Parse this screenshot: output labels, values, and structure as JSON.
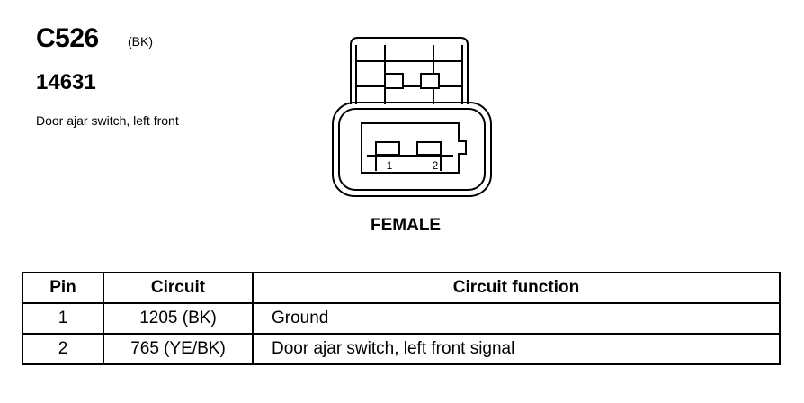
{
  "connector": {
    "id": "C526",
    "color_code": "(BK)",
    "part_number": "14631",
    "description": "Door ajar switch, left front",
    "view": "FEMALE",
    "pin_labels": [
      "1",
      "2"
    ]
  },
  "table": {
    "headers": [
      "Pin",
      "Circuit",
      "Circuit function"
    ],
    "rows": [
      {
        "pin": "1",
        "circuit": "1205 (BK)",
        "function": "Ground"
      },
      {
        "pin": "2",
        "circuit": "765 (YE/BK)",
        "function": "Door ajar switch, left front signal"
      }
    ]
  }
}
